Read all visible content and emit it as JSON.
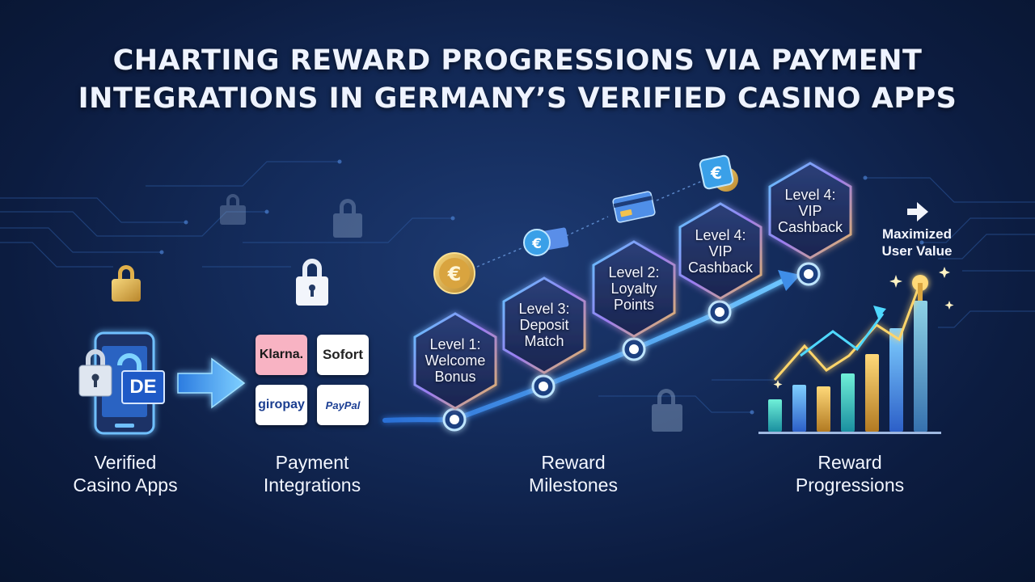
{
  "title": {
    "line1": "CHARTING REWARD PROGRESSIONS VIA PAYMENT",
    "line2": "INTEGRATIONS IN GERMANY’S VERIFIED CASINO APPS"
  },
  "stages": {
    "casino_apps": "Verified\nCasino Apps",
    "payments": "Payment\nIntegrations",
    "milestones": "Reward\nMilestones",
    "progressions": "Reward\nProgressions"
  },
  "phone_badge": "DE",
  "payment_methods": {
    "klarna": "Klarna.",
    "sofort": "Sofort",
    "giropay": "giropay",
    "paypal": "PayPal"
  },
  "milestones": [
    {
      "label": "Level 1:\nWelcome\nBonus"
    },
    {
      "label": "Level 3:\nDeposit\nMatch"
    },
    {
      "label": "Level 2:\nLoyalty\nPoints"
    },
    {
      "label": "Level 4:\nVIP\nCashback"
    },
    {
      "label": "Level 4:\nVIP\nCashback"
    }
  ],
  "outcome": "Maximized\nUser Value",
  "currency_symbol": "€",
  "icons": [
    "lock-icon",
    "phone-icon",
    "arrow-right-icon",
    "euro-coin-icon",
    "credit-card-icon",
    "sparkle-icon",
    "bar-chart-icon"
  ],
  "colors": {
    "accent_blue": "#4fb4ff",
    "gold": "#e7b84a",
    "teal": "#38d6c2",
    "purple": "#9a5cf0"
  }
}
